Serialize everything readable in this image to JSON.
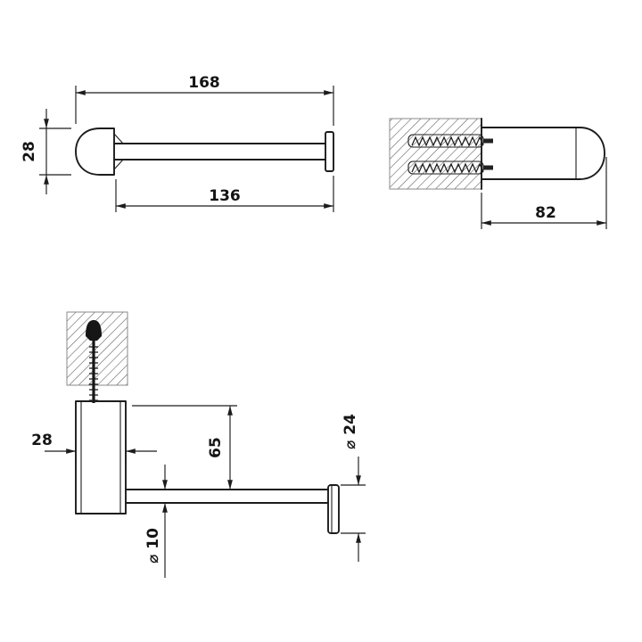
{
  "colors": {
    "ink": "#1c1c1c",
    "background": "#ffffff"
  },
  "dims": {
    "front_overall_length": "168",
    "front_cap_height": "28",
    "front_bar_length": "136",
    "side_projection": "82",
    "profile_depth": "28",
    "profile_drop_height": "65",
    "profile_bar_diameter": "⌀ 10",
    "profile_rosette_diameter": "⌀ 24"
  }
}
